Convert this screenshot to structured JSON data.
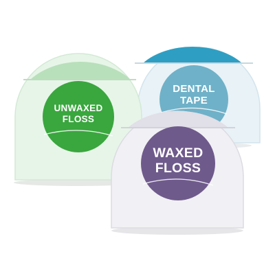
{
  "products": [
    {
      "id": "unwaxed",
      "lines": [
        "UNWAXED",
        "FLOSS"
      ],
      "label_color": "#3aa63e",
      "case_color": "#e9f6ea"
    },
    {
      "id": "dental-tape",
      "lines": [
        "DENTAL",
        "TAPE"
      ],
      "label_color": "#6fb1c8",
      "case_color": "#eaf3f8"
    },
    {
      "id": "waxed",
      "lines": [
        "WAXED",
        "FLOSS"
      ],
      "label_color": "#6f5a8c",
      "case_color": "#f2f1f5"
    }
  ]
}
